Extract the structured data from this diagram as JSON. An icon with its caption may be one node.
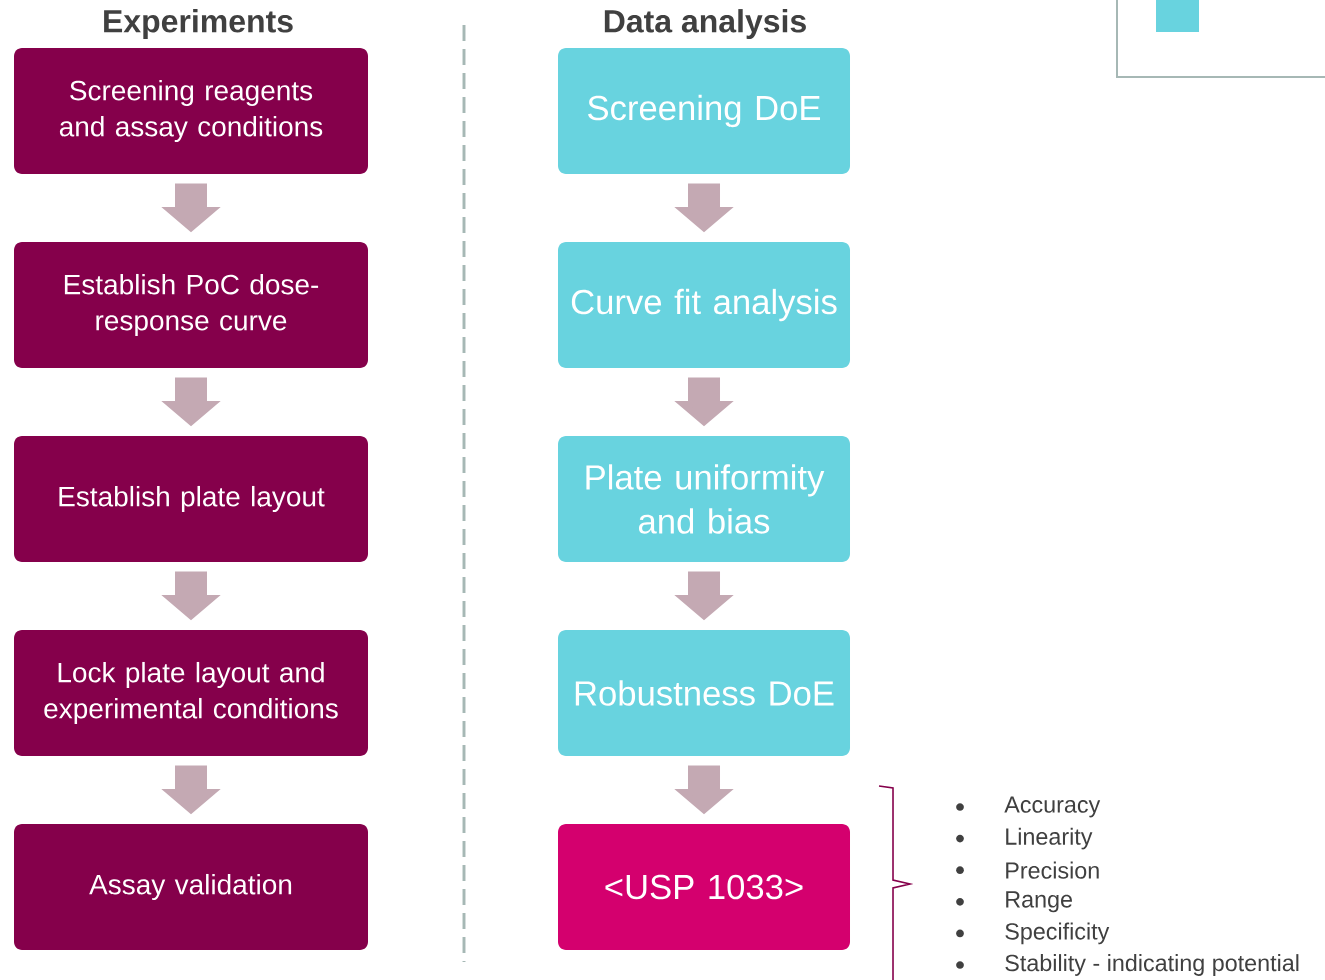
{
  "diagram": {
    "nodes": [
      {
        "text": [
          "Screening reagents and assay conditions"
        ]
      },
      {
        "text": [
          "Establish PoC dose-response curve"
        ]
      },
      {
        "text": [
          "Establish plate layout"
        ]
      },
      {
        "text": [
          "Lock plate layout and experimental conditions"
        ]
      },
      {
        "text": [
          "Assay validation"
        ]
      },
      {
        "text": [
          "Screening DoE"
        ]
      },
      {
        "text": [
          "Curve fit analysis"
        ]
      },
      {
        "text": [
          "Plate uniformity and bias"
        ]
      },
      {
        "text": [
          "Robustness DoE"
        ]
      },
      {
        "text": [
          "<USP 1033>"
        ]
      }
    ],
    "edges": [
      {
        "from": 0,
        "to": 1,
        "arrow": "to"
      },
      {
        "from": 1,
        "to": 2,
        "arrow": "to"
      },
      {
        "from": 2,
        "to": 3,
        "arrow": "to"
      },
      {
        "from": 3,
        "to": 4,
        "arrow": "to"
      },
      {
        "from": 5,
        "to": 6,
        "arrow": "to"
      },
      {
        "from": 6,
        "to": 7,
        "arrow": "to"
      },
      {
        "from": 7,
        "to": 8,
        "arrow": "to"
      },
      {
        "from": 8,
        "to": 9,
        "arrow": "to"
      }
    ],
    "labels": [
      "Experiments",
      "Data analysis",
      "Accuracy",
      "Linearity",
      "Precision",
      "Range",
      "Specificity",
      "Stability - indicating potential"
    ]
  }
}
